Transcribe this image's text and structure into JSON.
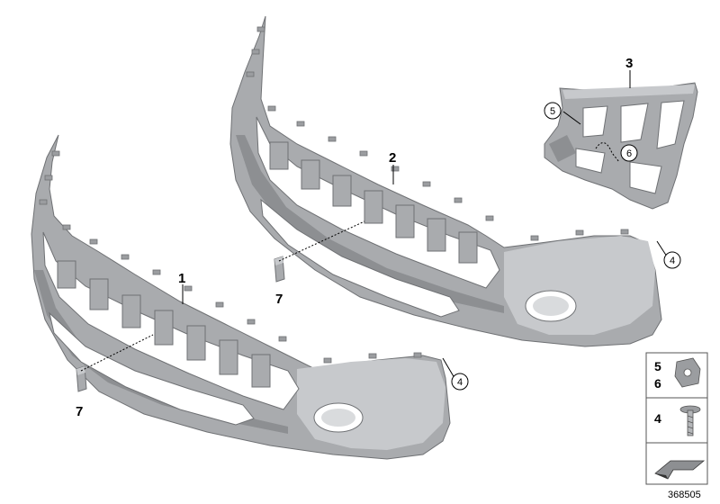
{
  "callouts": {
    "n1": "1",
    "n2": "2",
    "n3": "3",
    "n4a": "4",
    "n4b": "4",
    "n5": "5",
    "n6": "6",
    "n7a": "7",
    "n7b": "7"
  },
  "legend": {
    "row1_top": "5",
    "row1_bottom": "6",
    "row2": "4"
  },
  "doc_id": "368505"
}
